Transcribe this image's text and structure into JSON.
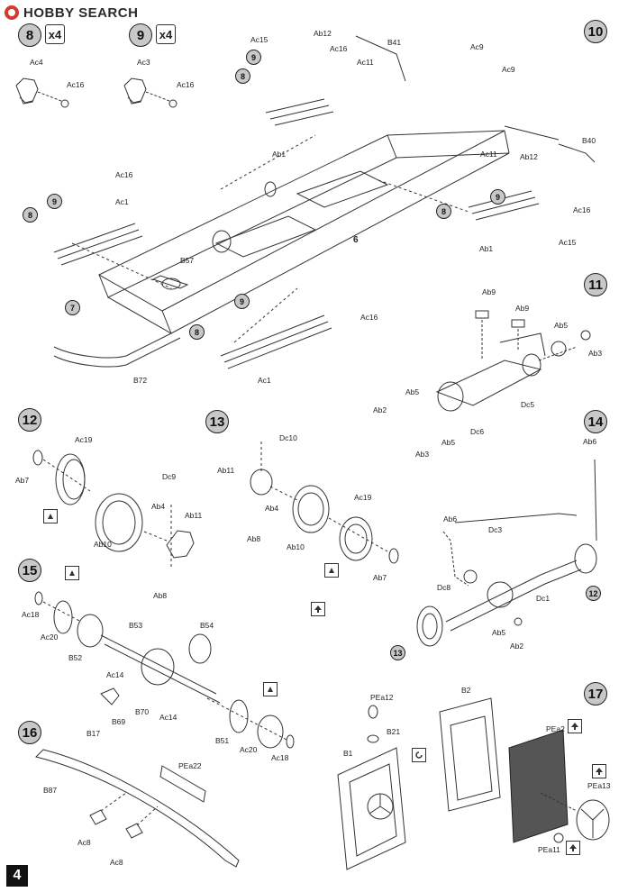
{
  "watermark": {
    "brand": "HOBBY SEARCH"
  },
  "page": {
    "number": "4"
  },
  "steps": [
    {
      "id": "s8",
      "number": "8",
      "multiplier": "x4"
    },
    {
      "id": "s9",
      "number": "9",
      "multiplier": "x4"
    },
    {
      "id": "s10",
      "number": "10"
    },
    {
      "id": "s11",
      "number": "11"
    },
    {
      "id": "s12",
      "number": "12"
    },
    {
      "id": "s13",
      "number": "13"
    },
    {
      "id": "s14",
      "number": "14"
    },
    {
      "id": "s15",
      "number": "15"
    },
    {
      "id": "s16",
      "number": "16"
    },
    {
      "id": "s17",
      "number": "17"
    }
  ],
  "refs": {
    "r9a": "9",
    "r8a": "8",
    "r9b": "9",
    "r8b": "8",
    "r9c": "9",
    "r8c": "8",
    "r7": "7",
    "r9d": "9",
    "r8d": "8",
    "r12": "12",
    "r13": "13"
  },
  "labels": {
    "s8_ac4": "Ac4",
    "s8_ac16": "Ac16",
    "s9_ac3": "Ac3",
    "s9_ac16": "Ac16",
    "s10_ac15a": "Ac15",
    "s10_ab12a": "Ab12",
    "s10_ac16a": "Ac16",
    "s10_b41": "B41",
    "s10_ac9a": "Ac9",
    "s10_ac11a": "Ac11",
    "s10_ac9b": "Ac9",
    "s10_ab1a": "Ab1",
    "s10_b40": "B40",
    "s10_ac11b": "Ac11",
    "s10_ab12b": "Ab12",
    "s10_ac16b": "Ac16",
    "s10_ac16c": "Ac16",
    "s10_ac1a": "Ac1",
    "s10_ab1b": "Ab1",
    "s10_ac15b": "Ac15",
    "s10_6": "6",
    "s10_b57": "B57",
    "s10_ac16d": "Ac16",
    "s10_b72": "B72",
    "s10_ac1b": "Ac1",
    "s11_ab9a": "Ab9",
    "s11_ab9b": "Ab9",
    "s11_ab5a": "Ab5",
    "s11_ab3a": "Ab3",
    "s11_ab5b": "Ab5",
    "s11_dc5": "Dc5",
    "s11_ab2": "Ab2",
    "s11_dc6": "Dc6",
    "s11_ab5c": "Ab5",
    "s11_ab3b": "Ab3",
    "s12_ac19": "Ac19",
    "s12_ab7": "Ab7",
    "s12_dc9": "Dc9",
    "s12_ab4": "Ab4",
    "s12_ab11": "Ab11",
    "s12_ab10": "Ab10",
    "s12_ab8": "Ab8",
    "s13_dc10": "Dc10",
    "s13_ab11": "Ab11",
    "s13_ac19": "Ac19",
    "s13_ab4": "Ab4",
    "s13_ab8": "Ab8",
    "s13_ab10": "Ab10",
    "s13_ab7": "Ab7",
    "s14_ab6a": "Ab6",
    "s14_ab6b": "Ab6",
    "s14_dc3": "Dc3",
    "s14_dc8": "Dc8",
    "s14_dc1": "Dc1",
    "s14_ab5": "Ab5",
    "s14_ab2": "Ab2",
    "s15_ac18a": "Ac18",
    "s15_ac20a": "Ac20",
    "s15_b52": "B52",
    "s15_b53": "B53",
    "s15_b54": "B54",
    "s15_ac14a": "Ac14",
    "s15_b69": "B69",
    "s15_b70": "B70",
    "s15_ac14b": "Ac14",
    "s15_b17": "B17",
    "s15_b51": "B51",
    "s15_ac20b": "Ac20",
    "s15_ac18b": "Ac18",
    "s16_pea22": "PEa22",
    "s16_b87": "B87",
    "s16_ac8a": "Ac8",
    "s16_ac8b": "Ac8",
    "s17_b2": "B2",
    "s17_pea12": "PEa12",
    "s17_b21": "B21",
    "s17_b1": "B1",
    "s17_pea2": "PEa2",
    "s17_pea13": "PEa13",
    "s17_pea11": "PEa11"
  }
}
